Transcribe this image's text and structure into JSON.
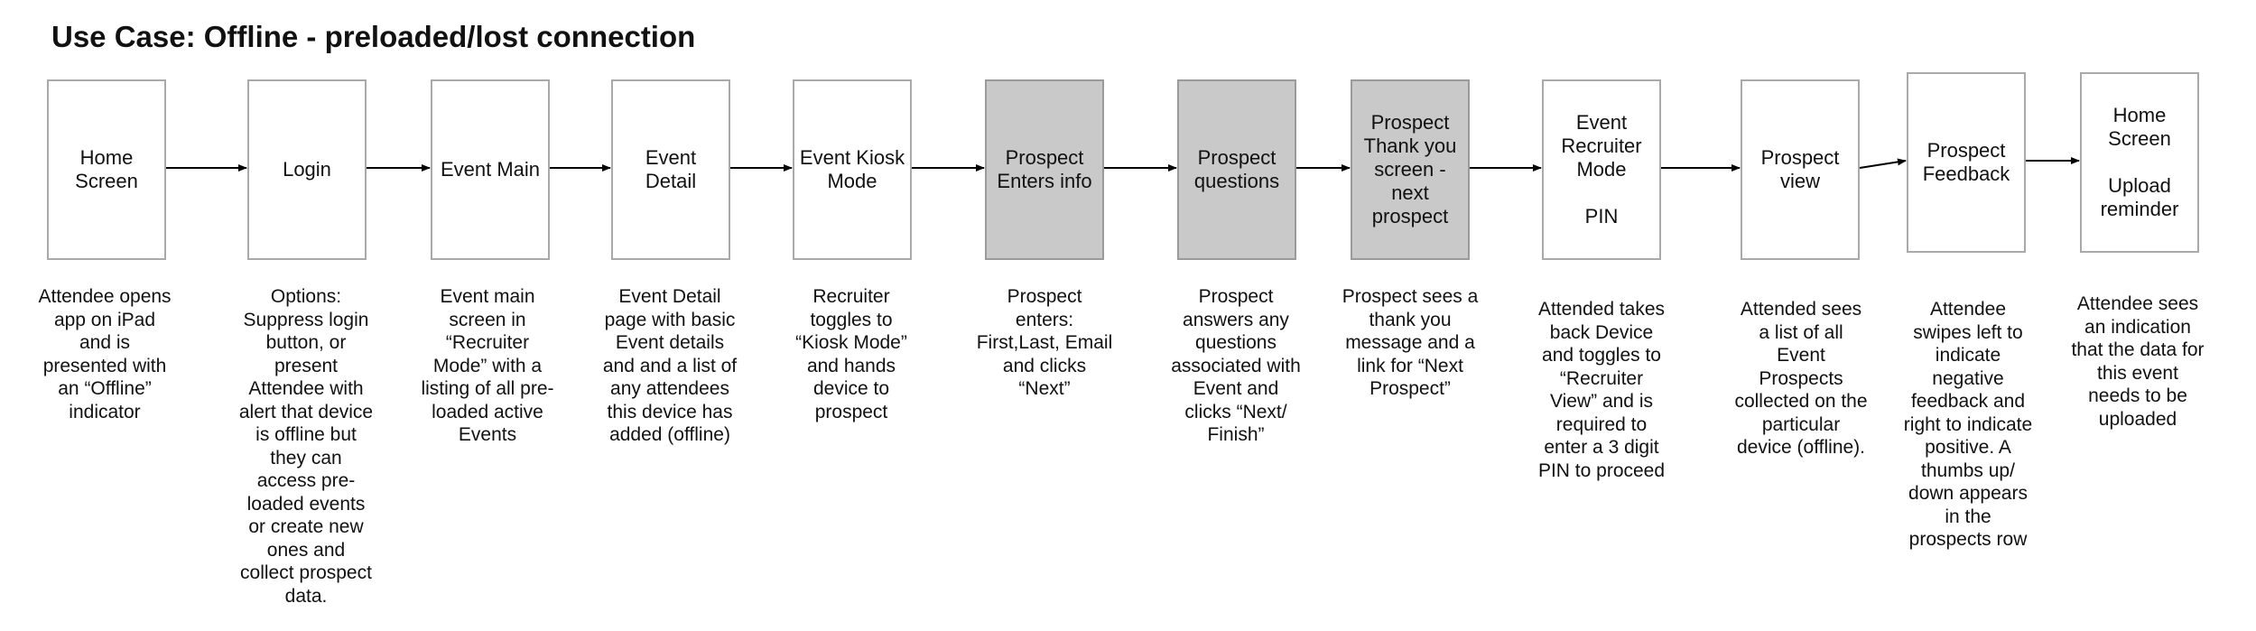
{
  "title": "Use Case: Offline - preloaded/lost connection",
  "steps": [
    {
      "label": "Home\nScreen",
      "shaded": false,
      "desc": "Attendee opens\napp on iPad\nand is\npresented with\nan “Offline”\nindicator"
    },
    {
      "label": "Login",
      "shaded": false,
      "desc": "Options:\nSuppress login\nbutton, or\npresent\nAttendee with\nalert that device\nis offline but\nthey can\naccess pre-\nloaded events\nor create new\nones and\ncollect prospect\ndata."
    },
    {
      "label": "Event Main",
      "shaded": false,
      "desc": "Event main\nscreen in\n“Recruiter\nMode” with a\nlisting of all pre-\nloaded active\nEvents"
    },
    {
      "label": "Event\nDetail",
      "shaded": false,
      "desc": "Event Detail\npage with basic\nEvent details\nand and a list of\nany attendees\nthis device has\nadded (offline)"
    },
    {
      "label": "Event Kiosk\nMode",
      "shaded": false,
      "desc": "Recruiter\ntoggles to\n“Kiosk Mode”\nand hands\ndevice to\nprospect"
    },
    {
      "label": "Prospect\nEnters info",
      "shaded": true,
      "desc": "Prospect\nenters:\nFirst,Last, Email\nand clicks\n“Next”"
    },
    {
      "label": "Prospect\nquestions",
      "shaded": true,
      "desc": "Prospect\nanswers any\nquestions\nassociated with\nEvent and\nclicks “Next/\nFinish”"
    },
    {
      "label": "Prospect\nThank you\nscreen -\nnext\nprospect",
      "shaded": true,
      "desc": "Prospect sees a\nthank you\nmessage and a\nlink for “Next\nProspect”"
    },
    {
      "label": "Event\nRecruiter\nMode\n\nPIN",
      "shaded": false,
      "desc": "Attended takes\nback Device\nand toggles to\n“Recruiter\nView”  and is\nrequired to\nenter a 3 digit\nPIN to proceed"
    },
    {
      "label": "Prospect\nview",
      "shaded": false,
      "desc": "Attended sees\na list of all\nEvent\nProspects\ncollected on the\nparticular\ndevice (offline)."
    },
    {
      "label": "Prospect\nFeedback",
      "shaded": false,
      "desc": "Attendee\nswipes left to\nindicate\nnegative\nfeedback and\nright to indicate\npositive. A\nthumbs up/\ndown appears\nin the\nprospects row"
    },
    {
      "label": "Home\nScreen\n\nUpload\nreminder",
      "shaded": false,
      "desc": "Attendee sees\nan indication\nthat the data for\nthis event\nneeds to be\nuploaded"
    }
  ]
}
